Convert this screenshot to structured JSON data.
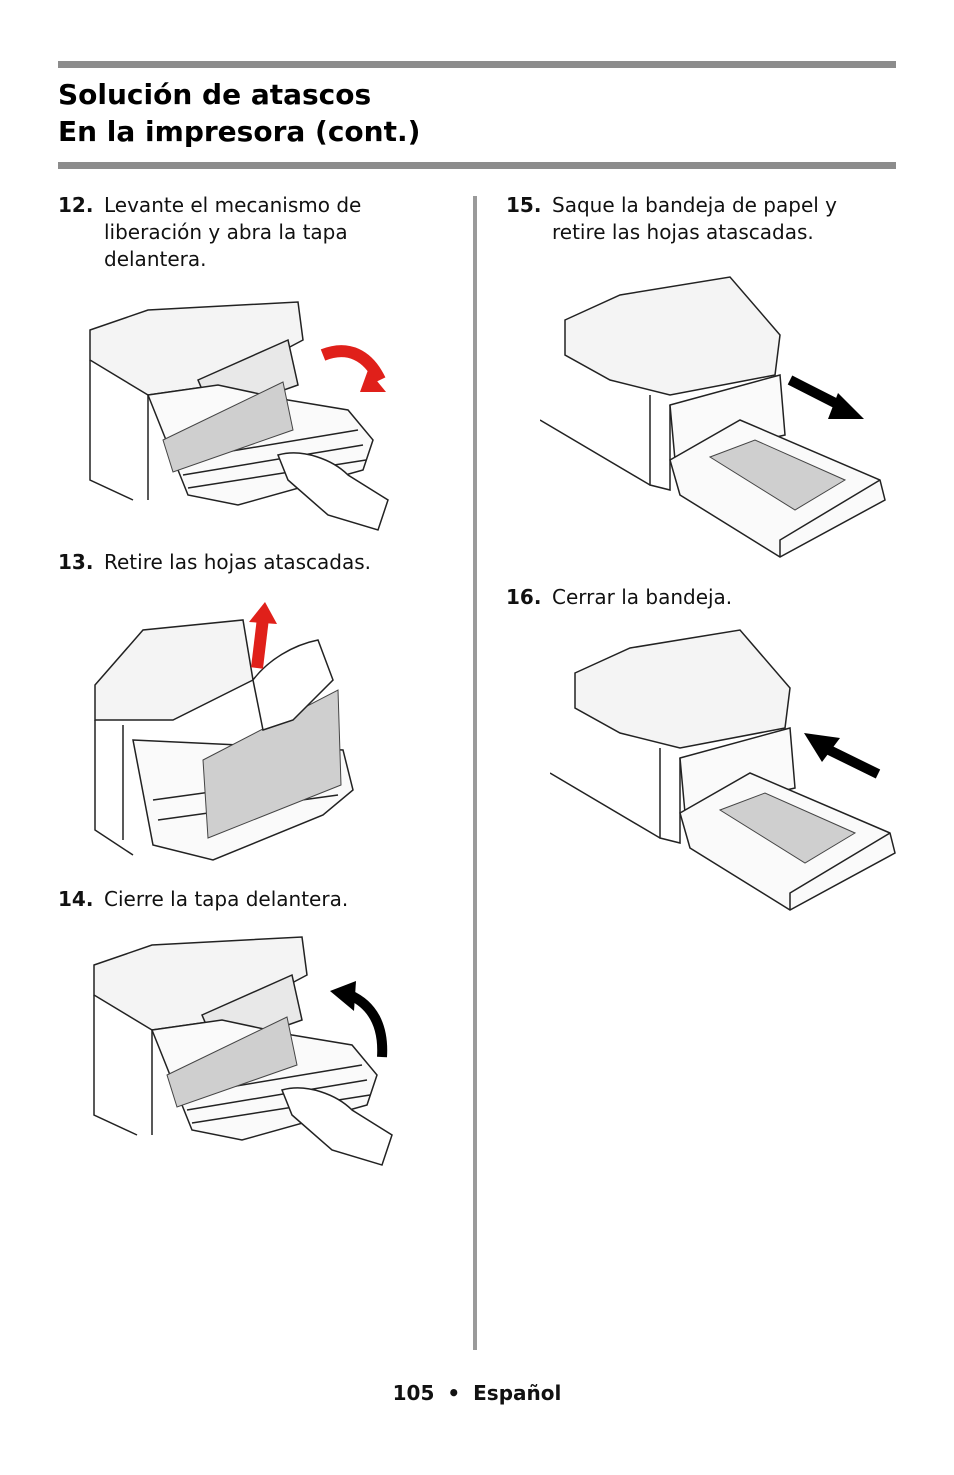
{
  "header": {
    "title_line1": "Solución de atascos",
    "title_line2": "En la impresora (cont.)"
  },
  "steps": [
    {
      "number": "12.",
      "text": "Levante el mecanismo de liberación y abra la tapa delantera."
    },
    {
      "number": "13.",
      "text": "Retire las hojas atascadas."
    },
    {
      "number": "14.",
      "text": "Cierre la tapa delantera."
    },
    {
      "number": "15.",
      "text": "Saque la bandeja de papel y retire las hojas atascadas."
    },
    {
      "number": "16.",
      "text": "Cerrar la bandeja."
    }
  ],
  "figures": {
    "arrow_red": "#e0201a",
    "arrow_black": "#000000",
    "paper_gray": "#cfcfcf"
  },
  "footer": {
    "page_number": "105",
    "separator": "•",
    "language": "Español"
  }
}
